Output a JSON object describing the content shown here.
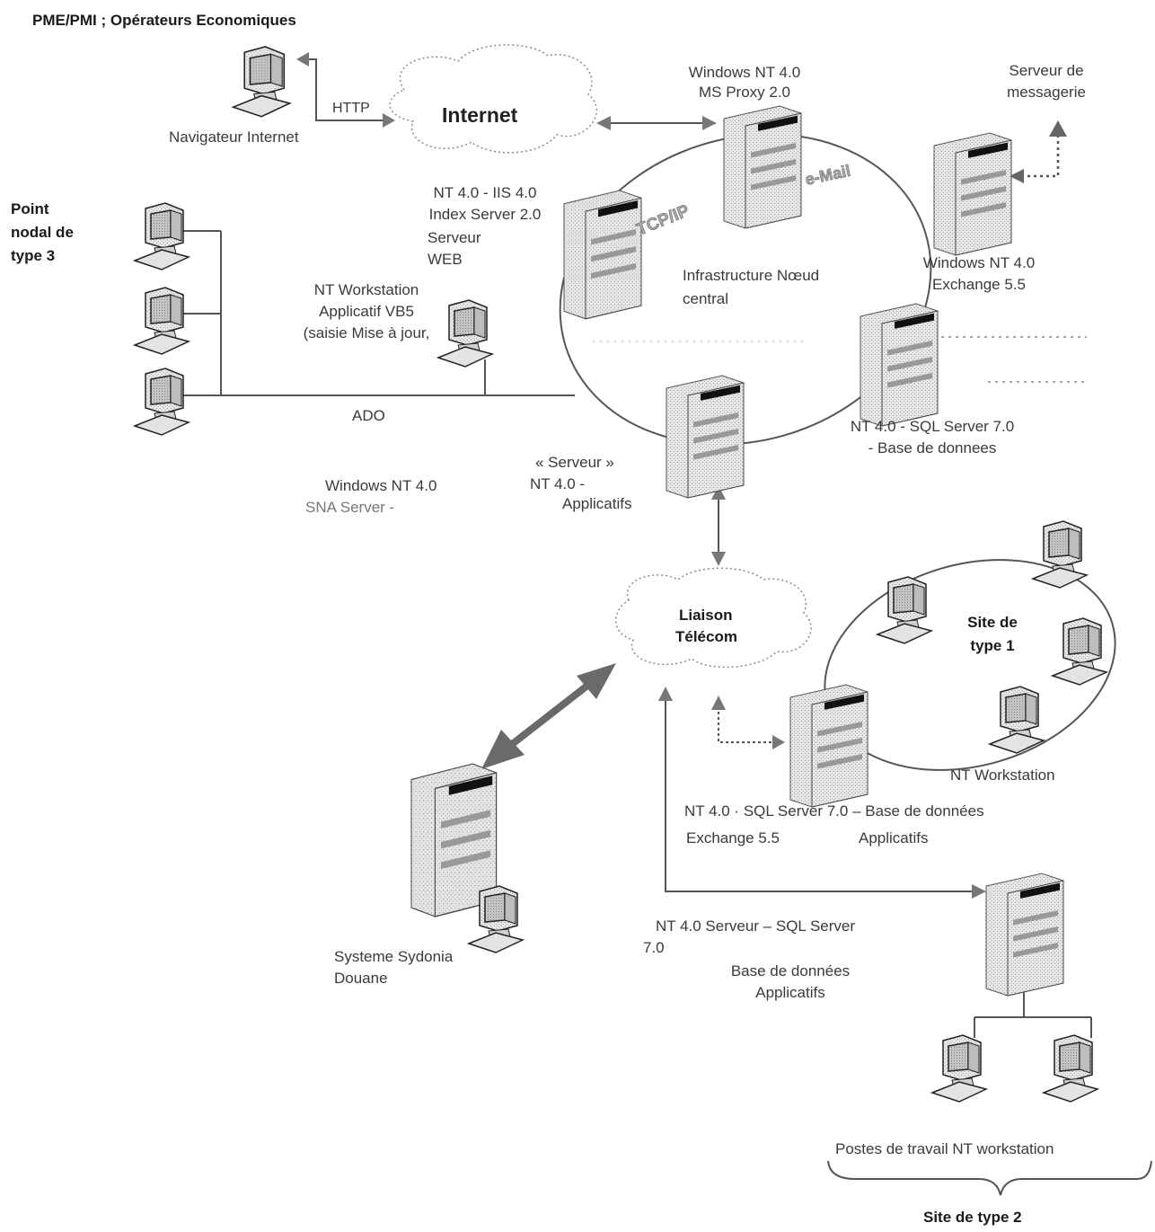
{
  "header": {
    "title": "PME/PMI ; Opérateurs Economiques"
  },
  "clients": {
    "browser_label": "Navigateur Internet",
    "http_label": "HTTP"
  },
  "clouds": {
    "internet": "Internet",
    "telecom_line1": "Liaison",
    "telecom_line2": "Télécom"
  },
  "proxy": {
    "line1": "Windows NT 4.0",
    "line2": "MS Proxy 2.0"
  },
  "mail": {
    "line1": "Serveur de",
    "line2": "messagerie",
    "email_tag": "e-Mail"
  },
  "ring": {
    "protocol": "TCP/IP",
    "title_line1": "Infrastructure Nœud",
    "title_line2": "central"
  },
  "web_server": {
    "line1": "NT 4.0 - IIS 4.0",
    "line2": "Index Server 2.0",
    "line3": "Serveur",
    "line4": "WEB"
  },
  "exchange_server": {
    "line1": "Windows NT 4.0",
    "line2": "Exchange 5.5"
  },
  "sql_server": {
    "line1": "NT 4.0 - SQL Server 7.0",
    "line2": "- Base de donnees"
  },
  "node3": {
    "line1": "Point",
    "line2": "nodal de",
    "line3": "type  3",
    "workstation_line1": "NT Workstation",
    "workstation_line2": "Applicatif VB5",
    "workstation_line3": "(saisie Mise à jour,",
    "bus_label": "ADO"
  },
  "sna": {
    "line1": "Windows NT 4.0",
    "line2": "SNA Server -"
  },
  "app_server": {
    "line1": "« Serveur    »",
    "line2": "NT 4.0 -",
    "line3": "Applicatifs"
  },
  "site1": {
    "line1": "Site de",
    "line2": "type 1",
    "workstation": "NT Workstation",
    "server_line1": "NT 4.0 · SQL Server 7.0 – Base de données",
    "server_line2": "Exchange 5.5",
    "server_line3": "Applicatifs"
  },
  "sydonia": {
    "line1": "Systeme Sydonia",
    "line2": "Douane"
  },
  "site2": {
    "server_line1": "NT 4.0 Serveur – SQL Server",
    "server_line2": "7.0",
    "server_line3": "Base de données",
    "server_line4": "Applicatifs",
    "workstations": "Postes de travail NT workstation",
    "title": "Site de type 2"
  },
  "colors": {
    "line": "#555555",
    "arrow": "#777777",
    "big_arrow": "#6a6a6a",
    "server_fill": "#d8d8d8",
    "monitor_fill": "#c8c8c8"
  }
}
